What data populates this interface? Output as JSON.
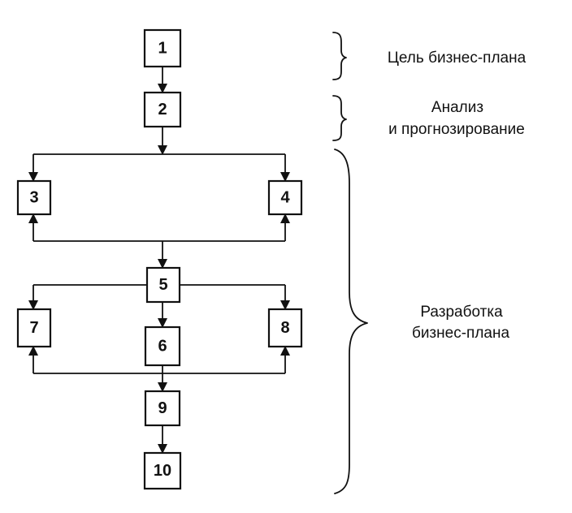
{
  "nodes": [
    "1",
    "2",
    "3",
    "4",
    "5",
    "6",
    "7",
    "8",
    "9",
    "10"
  ],
  "stages": [
    {
      "lines": [
        "Цель бизнес-плана"
      ]
    },
    {
      "lines": [
        "Анализ",
        "и прогнозирование"
      ]
    },
    {
      "lines": [
        "Разработка",
        "бизнес-плана"
      ]
    }
  ],
  "colors": {
    "ink": "#111111",
    "background": "#ffffff"
  }
}
